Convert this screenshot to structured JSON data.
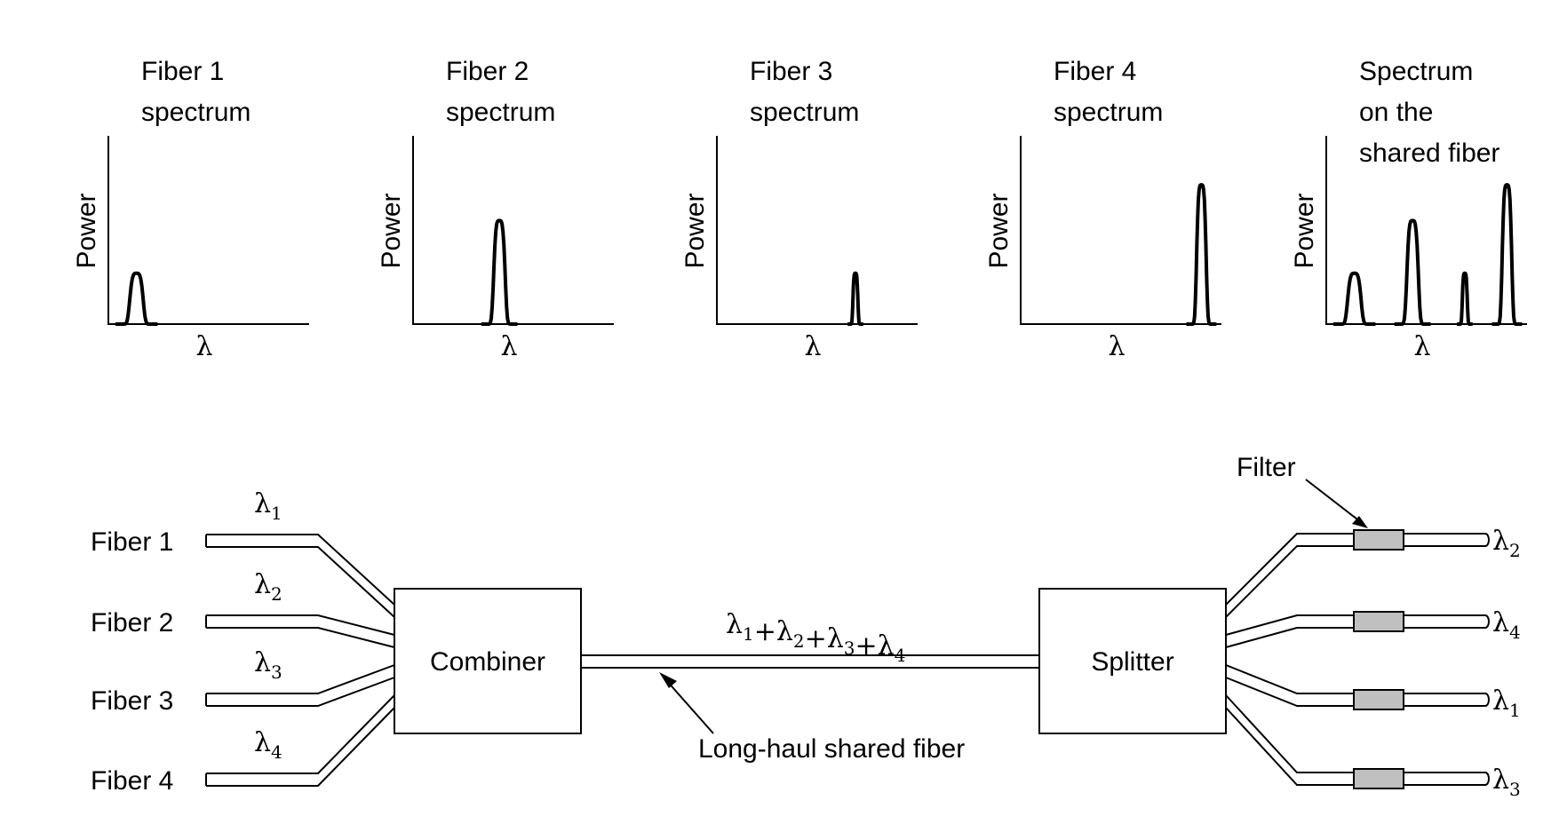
{
  "spectra": [
    {
      "title_lines": [
        "Fiber 1",
        "spectrum"
      ],
      "y_label": "Power",
      "x_label": "λ",
      "peaks": [
        {
          "center": 0.14,
          "height": 0.27,
          "width": 0.035
        }
      ]
    },
    {
      "title_lines": [
        "Fiber 2",
        "spectrum"
      ],
      "y_label": "Power",
      "x_label": "λ",
      "peaks": [
        {
          "center": 0.43,
          "height": 0.55,
          "width": 0.03
        }
      ]
    },
    {
      "title_lines": [
        "Fiber 3",
        "spectrum"
      ],
      "y_label": "Power",
      "x_label": "λ",
      "peaks": [
        {
          "center": 0.69,
          "height": 0.27,
          "width": 0.013
        }
      ]
    },
    {
      "title_lines": [
        "Fiber 4",
        "spectrum"
      ],
      "y_label": "Power",
      "x_label": "λ",
      "peaks": [
        {
          "center": 0.9,
          "height": 0.74,
          "width": 0.025
        }
      ]
    },
    {
      "title_lines": [
        "Spectrum",
        "on the",
        "shared fiber"
      ],
      "y_label": "Power",
      "x_label": "λ",
      "peaks": [
        {
          "center": 0.14,
          "height": 0.27,
          "width": 0.035
        },
        {
          "center": 0.43,
          "height": 0.55,
          "width": 0.03
        },
        {
          "center": 0.69,
          "height": 0.27,
          "width": 0.013
        },
        {
          "center": 0.9,
          "height": 0.74,
          "width": 0.025
        }
      ]
    }
  ],
  "inputs": [
    {
      "label": "Fiber 1",
      "wavelength": "λ",
      "subscript": "1"
    },
    {
      "label": "Fiber 2",
      "wavelength": "λ",
      "subscript": "2"
    },
    {
      "label": "Fiber 3",
      "wavelength": "λ",
      "subscript": "3"
    },
    {
      "label": "Fiber 4",
      "wavelength": "λ",
      "subscript": "4"
    }
  ],
  "combiner_label": "Combiner",
  "splitter_label": "Splitter",
  "shared_fiber": {
    "sum_parts": [
      {
        "sym": "λ",
        "sub": "1"
      },
      {
        "sym": "+λ",
        "sub": "2"
      },
      {
        "sym": "+λ",
        "sub": "3"
      },
      {
        "sym": "+λ",
        "sub": "4"
      }
    ],
    "caption": "Long-haul shared fiber"
  },
  "filter_label": "Filter",
  "outputs": [
    {
      "wavelength": "λ",
      "subscript": "2"
    },
    {
      "wavelength": "λ",
      "subscript": "4"
    },
    {
      "wavelength": "λ",
      "subscript": "1"
    },
    {
      "wavelength": "λ",
      "subscript": "3"
    }
  ],
  "colors": {
    "stroke": "#000000",
    "filter_fill": "#c0c0c0",
    "background": "#ffffff"
  }
}
